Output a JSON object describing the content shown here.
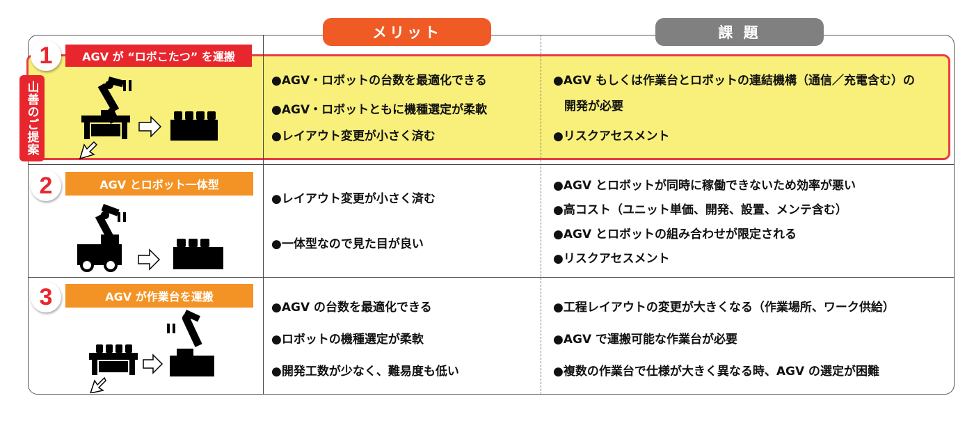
{
  "header": {
    "merit": "メリット",
    "issue": "課 題"
  },
  "proposal_tag": "山善のご提案",
  "rows": [
    {
      "number": "1",
      "label": "AGV が “ロボこたつ” を運搬",
      "merits": [
        "●AGV・ロボットの台数を最適化できる",
        "●AGV・ロボットともに機種選定が柔軟",
        "●レイアウト変更が小さく済む"
      ],
      "issues": [
        "●AGV もしくは作業台とロボットの連結機構（通信／充電含む）の",
        "開発が必要",
        "●リスクアセスメント"
      ]
    },
    {
      "number": "2",
      "label": "AGV とロボット一体型",
      "merits": [
        "●レイアウト変更が小さく済む",
        "●一体型なので見た目が良い"
      ],
      "issues": [
        "●AGV とロボットが同時に稼働できないため効率が悪い",
        "●高コスト（ユニット単価、開発、設置、メンテ含む）",
        "●AGV とロボットの組み合わせが限定される",
        "●リスクアセスメント"
      ]
    },
    {
      "number": "3",
      "label": "AGV が作業台を運搬",
      "merits": [
        "●AGV の台数を最適化できる",
        "●ロボットの機種選定が柔軟",
        "●開発工数が少なく、難易度も低い"
      ],
      "issues": [
        "●工程レイアウトの変更が大きくなる（作業場所、ワーク供給）",
        "●AGV で運搬可能な作業台が必要",
        "●複数の作業台で仕様が大きく異なる時、AGV の選定が困難"
      ]
    }
  ]
}
